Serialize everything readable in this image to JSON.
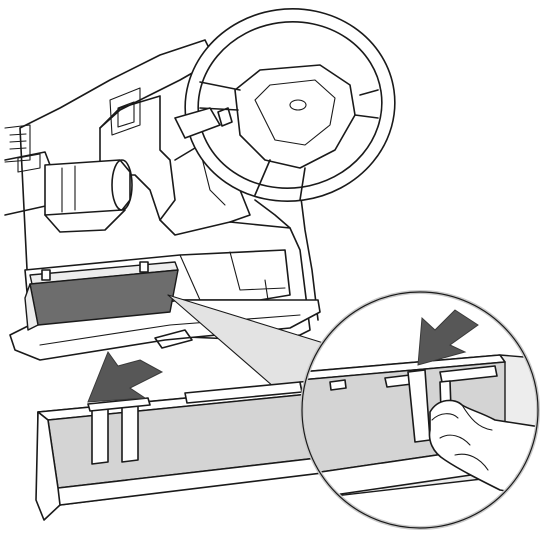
{
  "figure": {
    "type": "service-illustration",
    "shading": {
      "fill_dark": "#6d6d6d",
      "fill_mid": "#d4d4d4",
      "fill_light": "#ededed",
      "line": "#1a1a1a",
      "arrow": "#575757",
      "zoom_ring": "#c9c9c9"
    },
    "parts": [
      "steering-wheel",
      "dashboard",
      "glove-box",
      "cabin-air-filter",
      "filter-housing",
      "retaining-clip",
      "hand"
    ],
    "icons": [
      "down-left-arrow-icon",
      "press-arrow-icon",
      "zoom-lens"
    ]
  }
}
